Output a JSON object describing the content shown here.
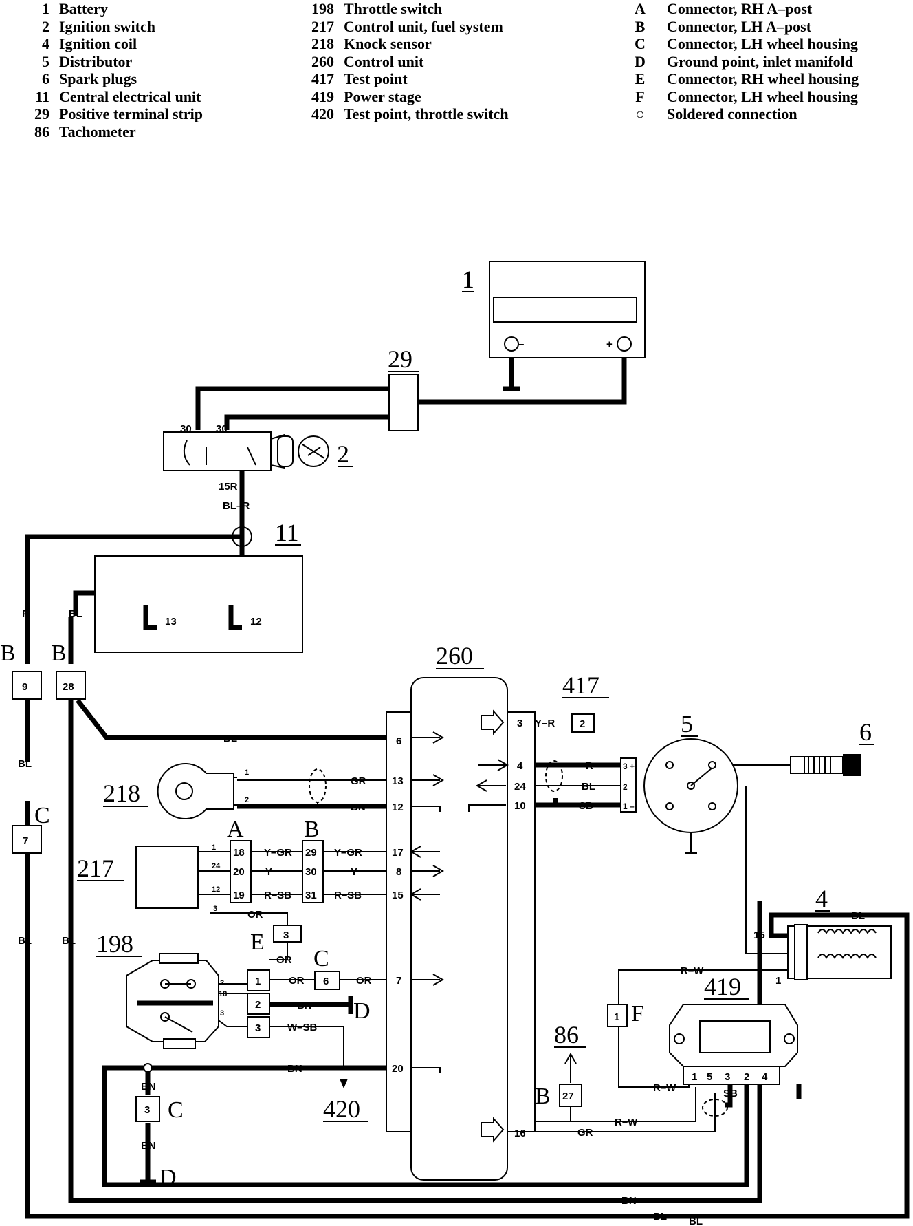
{
  "legend": {
    "col1": [
      {
        "num": "1",
        "label": "Battery"
      },
      {
        "num": "2",
        "label": "Ignition switch"
      },
      {
        "num": "4",
        "label": "Ignition coil"
      },
      {
        "num": "5",
        "label": "Distributor"
      },
      {
        "num": "6",
        "label": "Spark plugs"
      },
      {
        "num": "11",
        "label": "Central electrical unit"
      },
      {
        "num": "29",
        "label": "Positive terminal strip"
      },
      {
        "num": "86",
        "label": "Tachometer"
      }
    ],
    "col2": [
      {
        "num": "198",
        "label": "Throttle switch"
      },
      {
        "num": "217",
        "label": "Control unit, fuel system"
      },
      {
        "num": "218",
        "label": "Knock sensor"
      },
      {
        "num": "260",
        "label": "Control unit"
      },
      {
        "num": "417",
        "label": "Test point"
      },
      {
        "num": "419",
        "label": "Power stage"
      },
      {
        "num": "420",
        "label": "Test point, throttle switch"
      }
    ],
    "col3": [
      {
        "num": "A",
        "label": "Connector, RH A–post"
      },
      {
        "num": "B",
        "label": "Connector, LH A–post"
      },
      {
        "num": "C",
        "label": "Connector, LH wheel housing"
      },
      {
        "num": "D",
        "label": "Ground point, inlet manifold"
      },
      {
        "num": "E",
        "label": "Connector, RH wheel housing"
      },
      {
        "num": "F",
        "label": "Connector, LH wheel housing"
      },
      {
        "num": "○",
        "label": "Soldered connection"
      }
    ]
  },
  "components": {
    "c1": "1",
    "c2": "2",
    "c4": "4",
    "c5": "5",
    "c6": "6",
    "c11": "11",
    "c29": "29",
    "c86": "86",
    "c198": "198",
    "c217": "217",
    "c218": "218",
    "c260": "260",
    "c417": "417",
    "c419": "419",
    "c420": "420"
  },
  "connectors": {
    "A": "A",
    "B": "B",
    "C": "C",
    "D": "D",
    "E": "E",
    "F": "F"
  },
  "wires": {
    "R": "R",
    "BL": "BL",
    "BN": "BN",
    "GR": "GR",
    "Y": "Y",
    "OR": "OR",
    "SB": "SB",
    "YGR": "Y–GR",
    "RSB": "R–SB",
    "WSB": "W–SB",
    "YR": "Y–R",
    "RW": "R–W",
    "BLR": "BL–R"
  },
  "pins": {
    "p30": "30",
    "p15R": "15R",
    "p13": "13",
    "p12": "12",
    "p6": "6",
    "p8": "8",
    "p17": "17",
    "p15": "15",
    "p7": "7",
    "p20": "20",
    "p16": "16",
    "p3": "3",
    "p4": "4",
    "p24": "24",
    "p10": "10",
    "p18": "18",
    "p19": "19",
    "p29": "29",
    "p31": "31",
    "p1": "1",
    "p2": "2",
    "p5": "5",
    "p9": "9",
    "p28": "28",
    "p27": "27",
    "plus": "+",
    "minus": "–"
  }
}
